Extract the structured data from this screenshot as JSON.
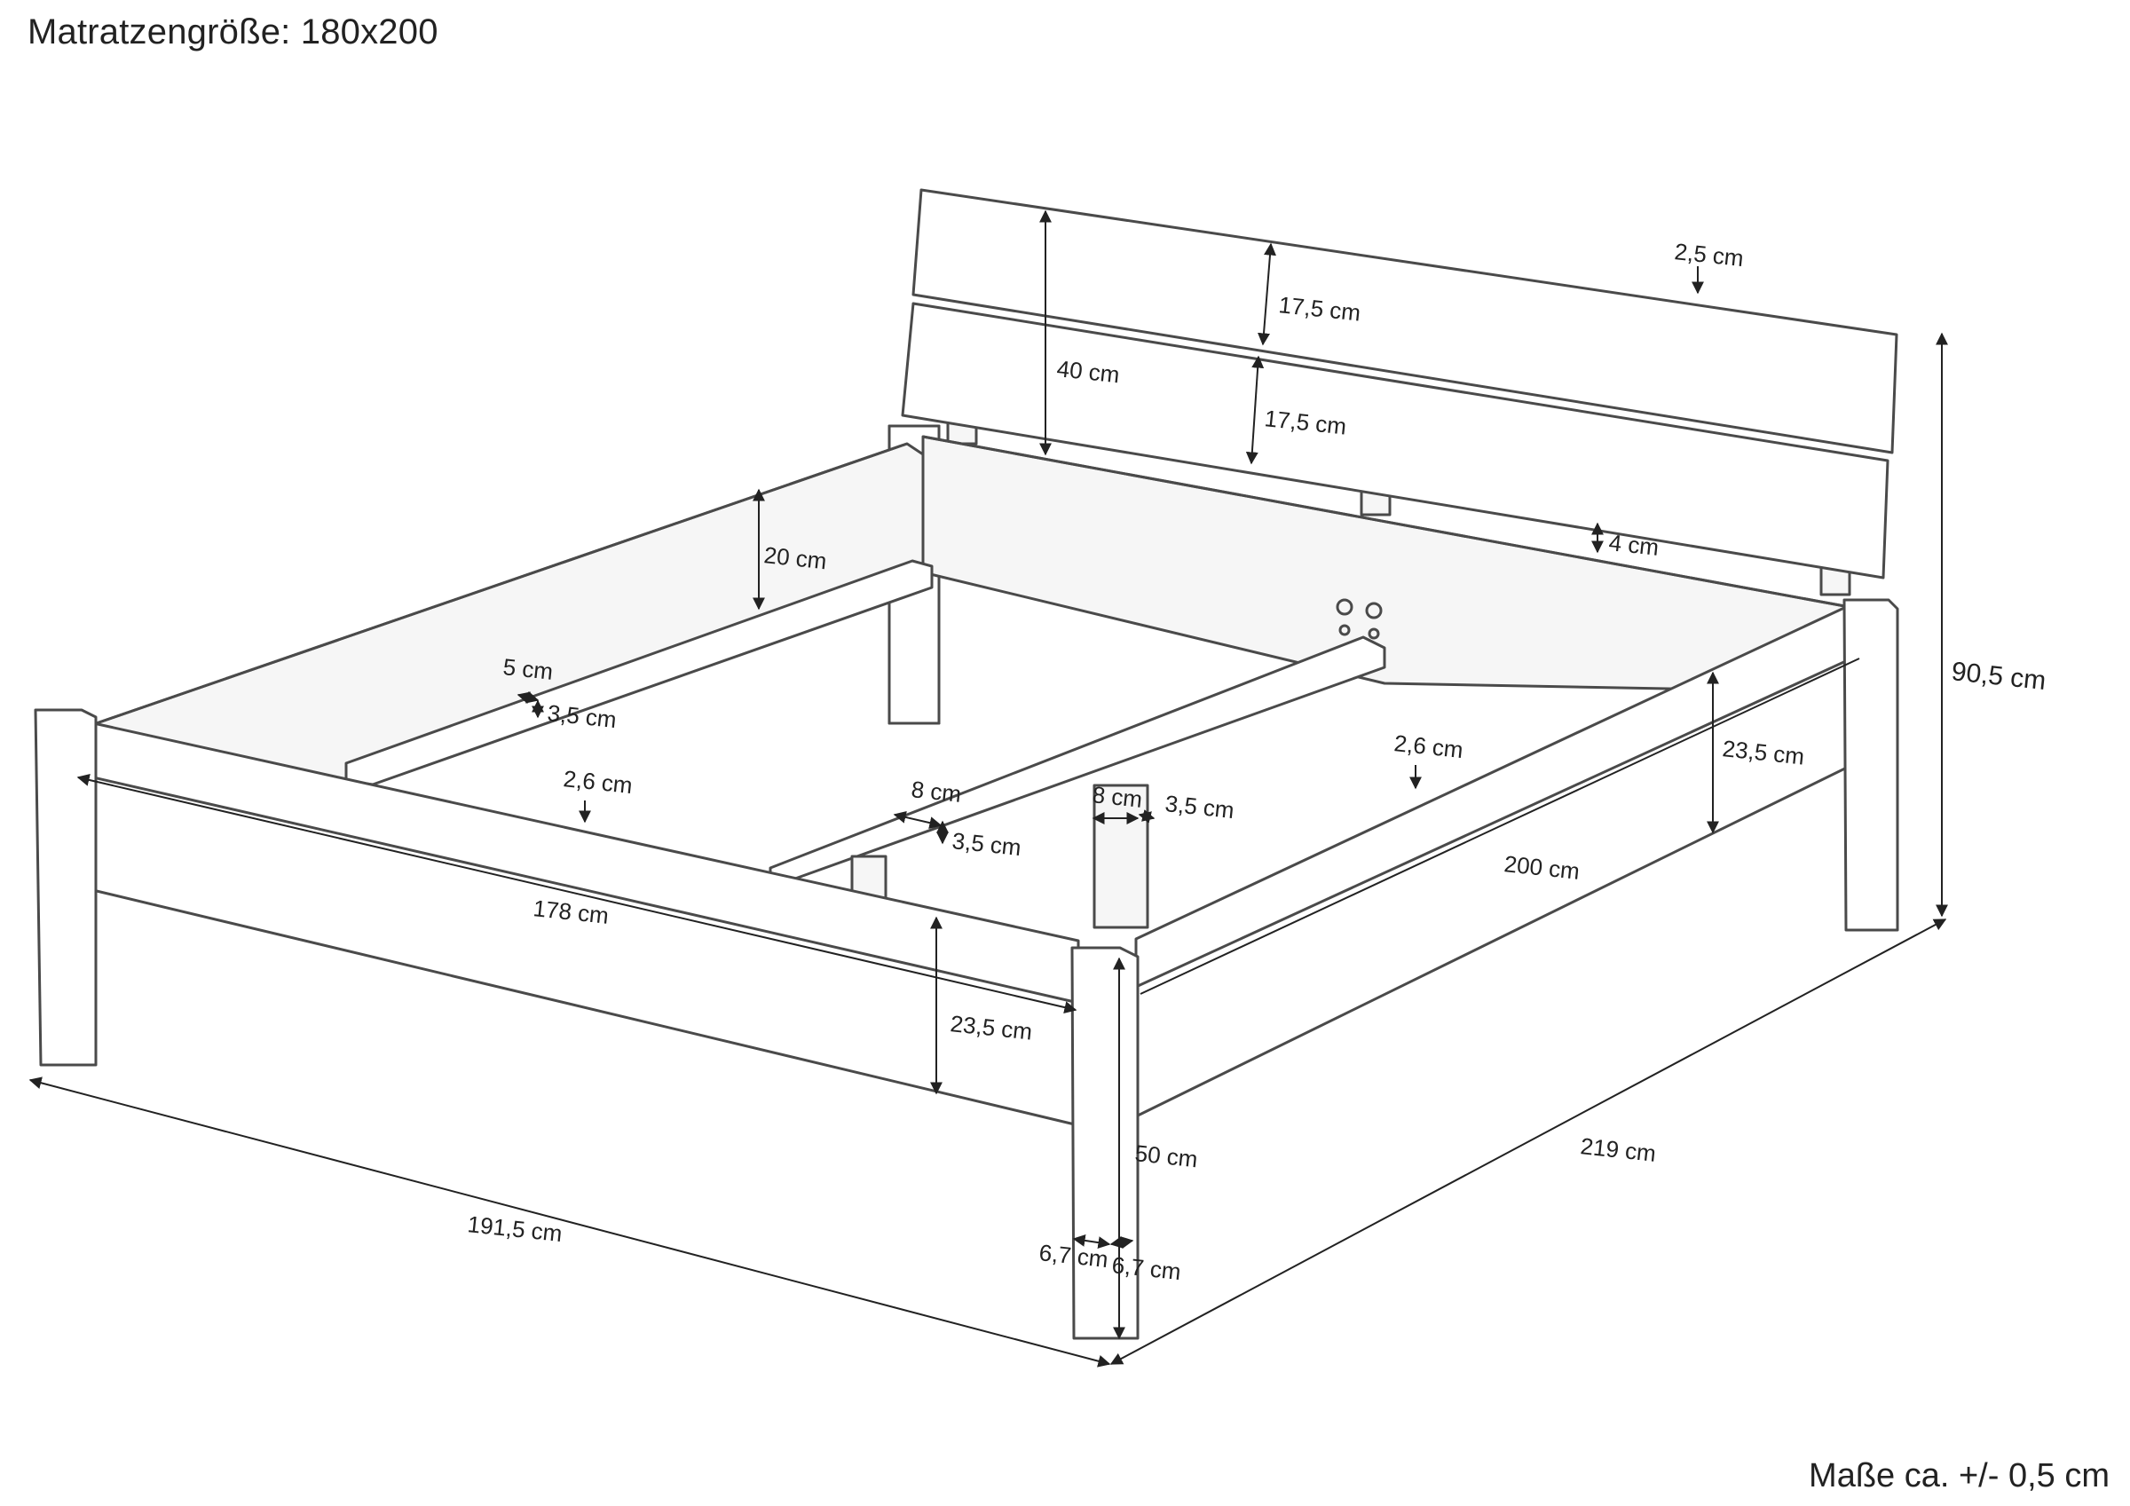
{
  "header": {
    "text": "Matratzengröße: 180x200"
  },
  "footer": {
    "text": "Maße ca. +/- 0,5 cm"
  },
  "dimensions": {
    "board_thickness": "2,5 cm",
    "headboard_plank_top": "17,5 cm",
    "headboard_plank_bottom": "17,5 cm",
    "headboard_height": "40 cm",
    "plank_gap": "4 cm",
    "total_height": "90,5 cm",
    "side_rail_height": "20 cm",
    "ledge_height": "5 cm",
    "ledge_depth": "3,5 cm",
    "left_side_thickness": "2,6 cm",
    "crossbar_width": "8 cm",
    "crossbar_depth": "3,5 cm",
    "center_leg_width": "8 cm",
    "center_leg_depth": "3,5 cm",
    "right_side_thickness": "2,6 cm",
    "right_rail_height": "23,5 cm",
    "inner_length": "200 cm",
    "inner_width": "178 cm",
    "front_rail_height": "23,5 cm",
    "leg_height": "50 cm",
    "leg_width_a": "6,7 cm",
    "leg_width_b": "6,7 cm",
    "outer_width": "191,5 cm",
    "outer_length": "219 cm"
  }
}
